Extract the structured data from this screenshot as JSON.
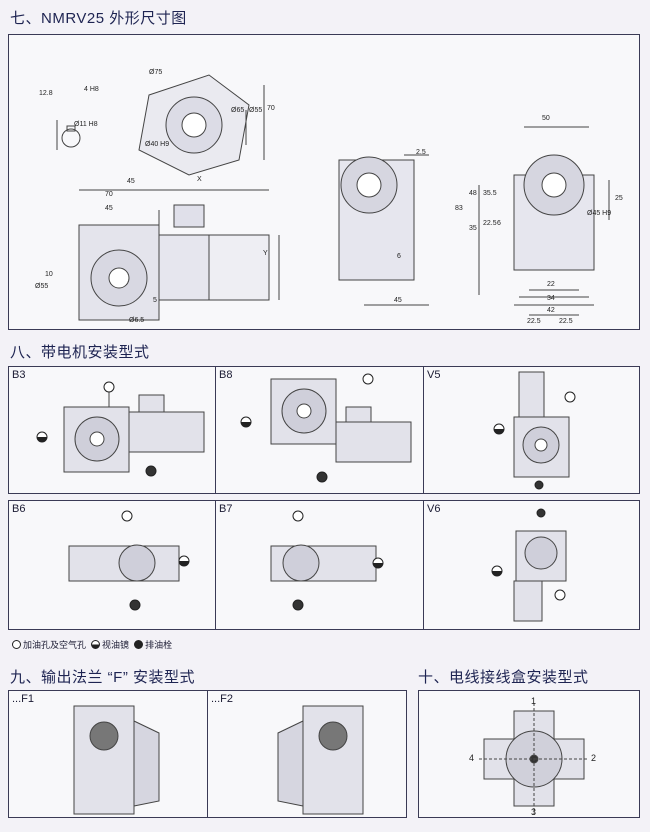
{
  "section7": {
    "title": "七、NMRV25 外形尺寸图",
    "dims": [
      "12.8",
      "4 H8",
      "Ø11 H8",
      "Ø75",
      "Ø40 H9",
      "Ø65",
      "Ø55",
      "70",
      "X",
      "45",
      "70",
      "45",
      "Y",
      "10",
      "Ø55",
      "5",
      "Ø6.5",
      "2.5",
      "6",
      "45",
      "50",
      "83",
      "48",
      "35.5",
      "35",
      "22.5",
      "6",
      "Ø45 H9",
      "25",
      "22",
      "34",
      "42",
      "22.5",
      "22.5"
    ]
  },
  "section8": {
    "title": "八、带电机安装型式",
    "cells": [
      "B3",
      "B8",
      "V5",
      "B6",
      "B7",
      "V6"
    ],
    "legend": {
      "fill": "加油孔及空气孔",
      "sight": "视油镜",
      "drain": "排油栓"
    }
  },
  "section9": {
    "title": "九、输出法兰 “F” 安装型式",
    "cells": [
      "...F1",
      "...F2"
    ]
  },
  "section10": {
    "title": "十、电线接线盒安装型式",
    "positions": [
      "1",
      "2",
      "3",
      "4"
    ]
  }
}
